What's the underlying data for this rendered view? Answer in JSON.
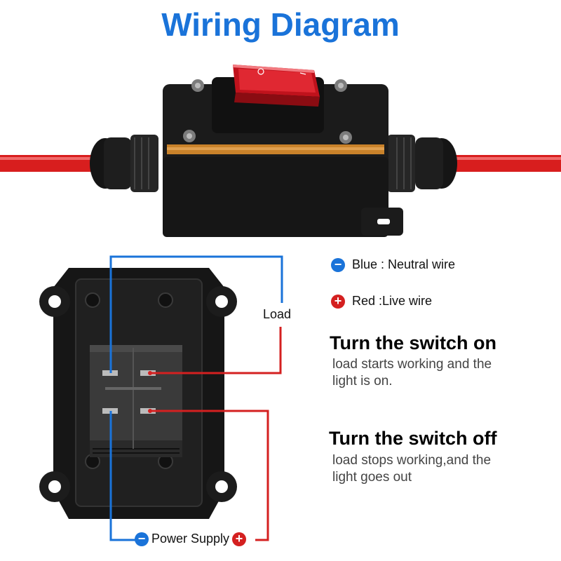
{
  "title": "Wiring Diagram",
  "colors": {
    "title": "#1a73d9",
    "neutral": "#1a73d9",
    "live": "#d42020"
  },
  "legend": {
    "neutral": {
      "symbol": "−",
      "text": "Blue : Neutral wire"
    },
    "live": {
      "symbol": "+",
      "text": "Red :Live wire"
    }
  },
  "instructions": {
    "on": {
      "heading": "Turn the switch on",
      "line1": "load starts working and the",
      "line2": "light is on."
    },
    "off": {
      "heading": "Turn the switch off",
      "line1": "load stops working,and the",
      "line2": "light goes out"
    }
  },
  "diagram": {
    "load_label": "Load",
    "power_label": "Power Supply",
    "power_neutral_symbol": "−",
    "power_live_symbol": "+"
  }
}
